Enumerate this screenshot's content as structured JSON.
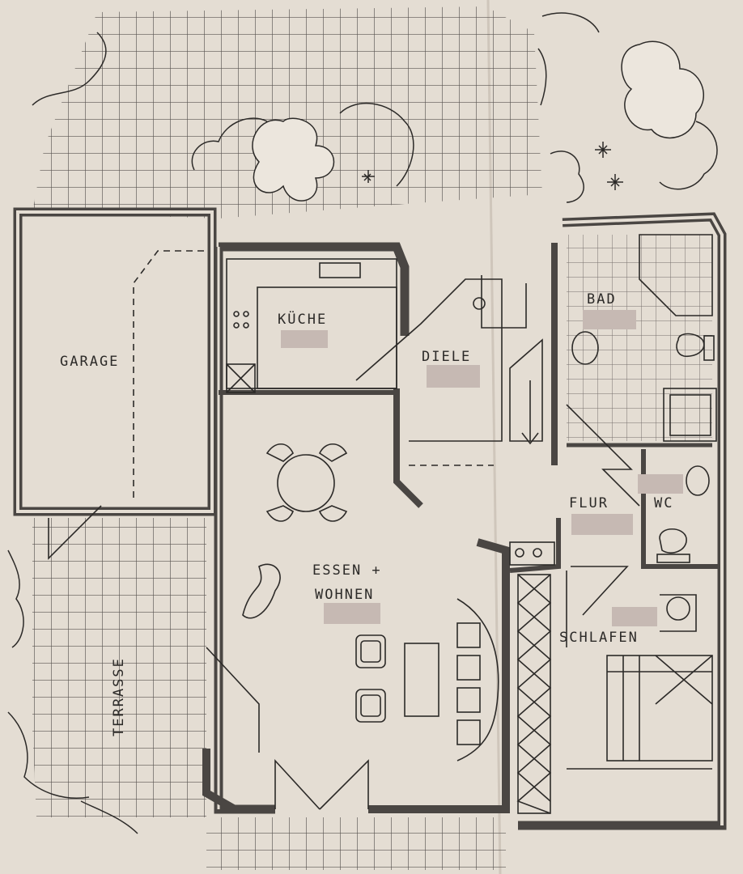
{
  "rooms": {
    "garage": "GARAGE",
    "kueche": "KÜCHE",
    "diele": "DIELE",
    "bad": "BAD",
    "essen_line1": "ESSEN +",
    "essen_line2": "WOHNEN",
    "flur": "FLUR",
    "wc": "WC",
    "schlafen": "SCHLAFEN",
    "terrasse": "TERRASSE"
  },
  "colors": {
    "paper": "#e4ddd3",
    "wall": "#4a4643",
    "line": "#2c2a28",
    "redaction": "#c6b9b3"
  }
}
